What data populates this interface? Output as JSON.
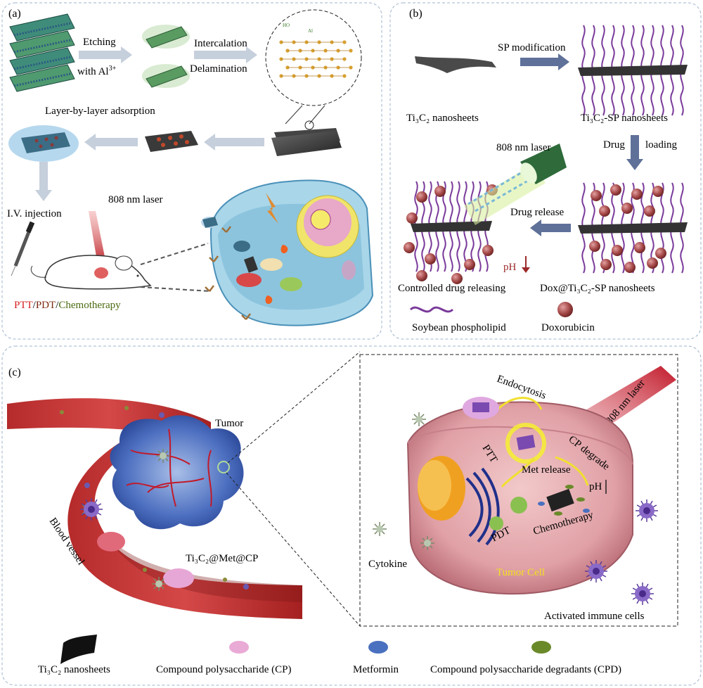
{
  "panel_a": {
    "tag": "(a)",
    "etching": "Etching",
    "with_al": "with Al",
    "al_sup": "3+",
    "intercalation": "Intercalation",
    "delamination": "Delamination",
    "lbl_adsorption": "Layer-by-layer adsorption",
    "iv_injection": "I.V. injection",
    "laser": "808 nm laser",
    "ptt": "PTT",
    "slash1": "/",
    "pdt": "PDT",
    "slash2": "/",
    "chemo": "Chemotherapy",
    "ho": "HO",
    "al": "Al"
  },
  "panel_b": {
    "tag": "(b)",
    "sp_modification": "SP modification",
    "ti3c2_nanosheets": "Ti₃C₂ nanosheets",
    "ti3c2_sp": "Ti₃C₂-SP nanosheets",
    "drug": "Drug",
    "loading": "loading",
    "laser": "808 nm laser",
    "drug_release": "Drug release",
    "ph": "pH",
    "controlled": "Controlled drug releasing",
    "dox": "Dox@Ti₃C₂-SP nanosheets",
    "soybean": "Soybean phospholipid",
    "doxorubicin": "Doxorubicin"
  },
  "panel_c": {
    "tag": "(c)",
    "tumor": "Tumor",
    "blood_vessel": "Blood vessel",
    "ti3c2_met_cp": "Ti₃C₂@Met@CP",
    "endocytosis": "Endocytosis",
    "laser": "808 nm laser",
    "ptt": "PTT",
    "cp_degrade": "CP degrade",
    "met_release": "Met release",
    "ph": "pH",
    "pdt": "PDT",
    "chemotherapy": "Chemotherapy",
    "cytokine": "Cytokine",
    "tumor_cell": "Tumor Cell",
    "activated": "Activated immune cells"
  },
  "legend": {
    "ti3c2": "Ti₃C₂ nanosheets",
    "cp": "Compound polysaccharide (CP)",
    "metformin": "Metformin",
    "cpd": "Compound polysaccharide degradants (CPD)"
  },
  "colors": {
    "ptt": "#d42020",
    "pdt": "#7a2a10",
    "chemo": "#4a6a10",
    "tumor_cell": "#f2e020",
    "panel_border": "#9fb4cc",
    "arrow_gray": "#c6cfdc",
    "arrow_blue": "#5f7199",
    "ph_arrow": "#9c2a2a"
  }
}
